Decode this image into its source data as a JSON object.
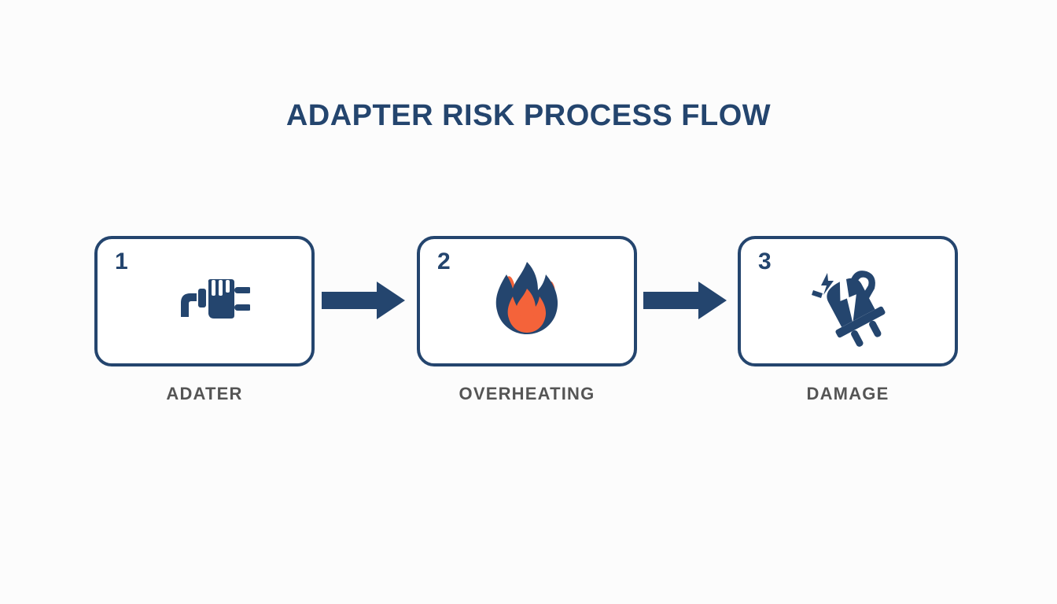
{
  "page": {
    "background_color": "#fcfcfc",
    "accent_navy": "#24456e",
    "accent_orange": "#f4633a",
    "label_gray": "#555555"
  },
  "title": "ADAPTER RISK PROCESS FLOW",
  "flow": {
    "steps": [
      {
        "number": "1",
        "label": "ADATER",
        "icon": "power-plug-icon"
      },
      {
        "number": "2",
        "label": "OVERHEATING",
        "icon": "flame-icon"
      },
      {
        "number": "3",
        "label": "DAMAGE",
        "icon": "broken-plug-icon"
      }
    ],
    "arrows": [
      {
        "name": "arrow-step1-to-step2",
        "direction": "right"
      },
      {
        "name": "arrow-step2-to-step3",
        "direction": "right"
      }
    ]
  }
}
